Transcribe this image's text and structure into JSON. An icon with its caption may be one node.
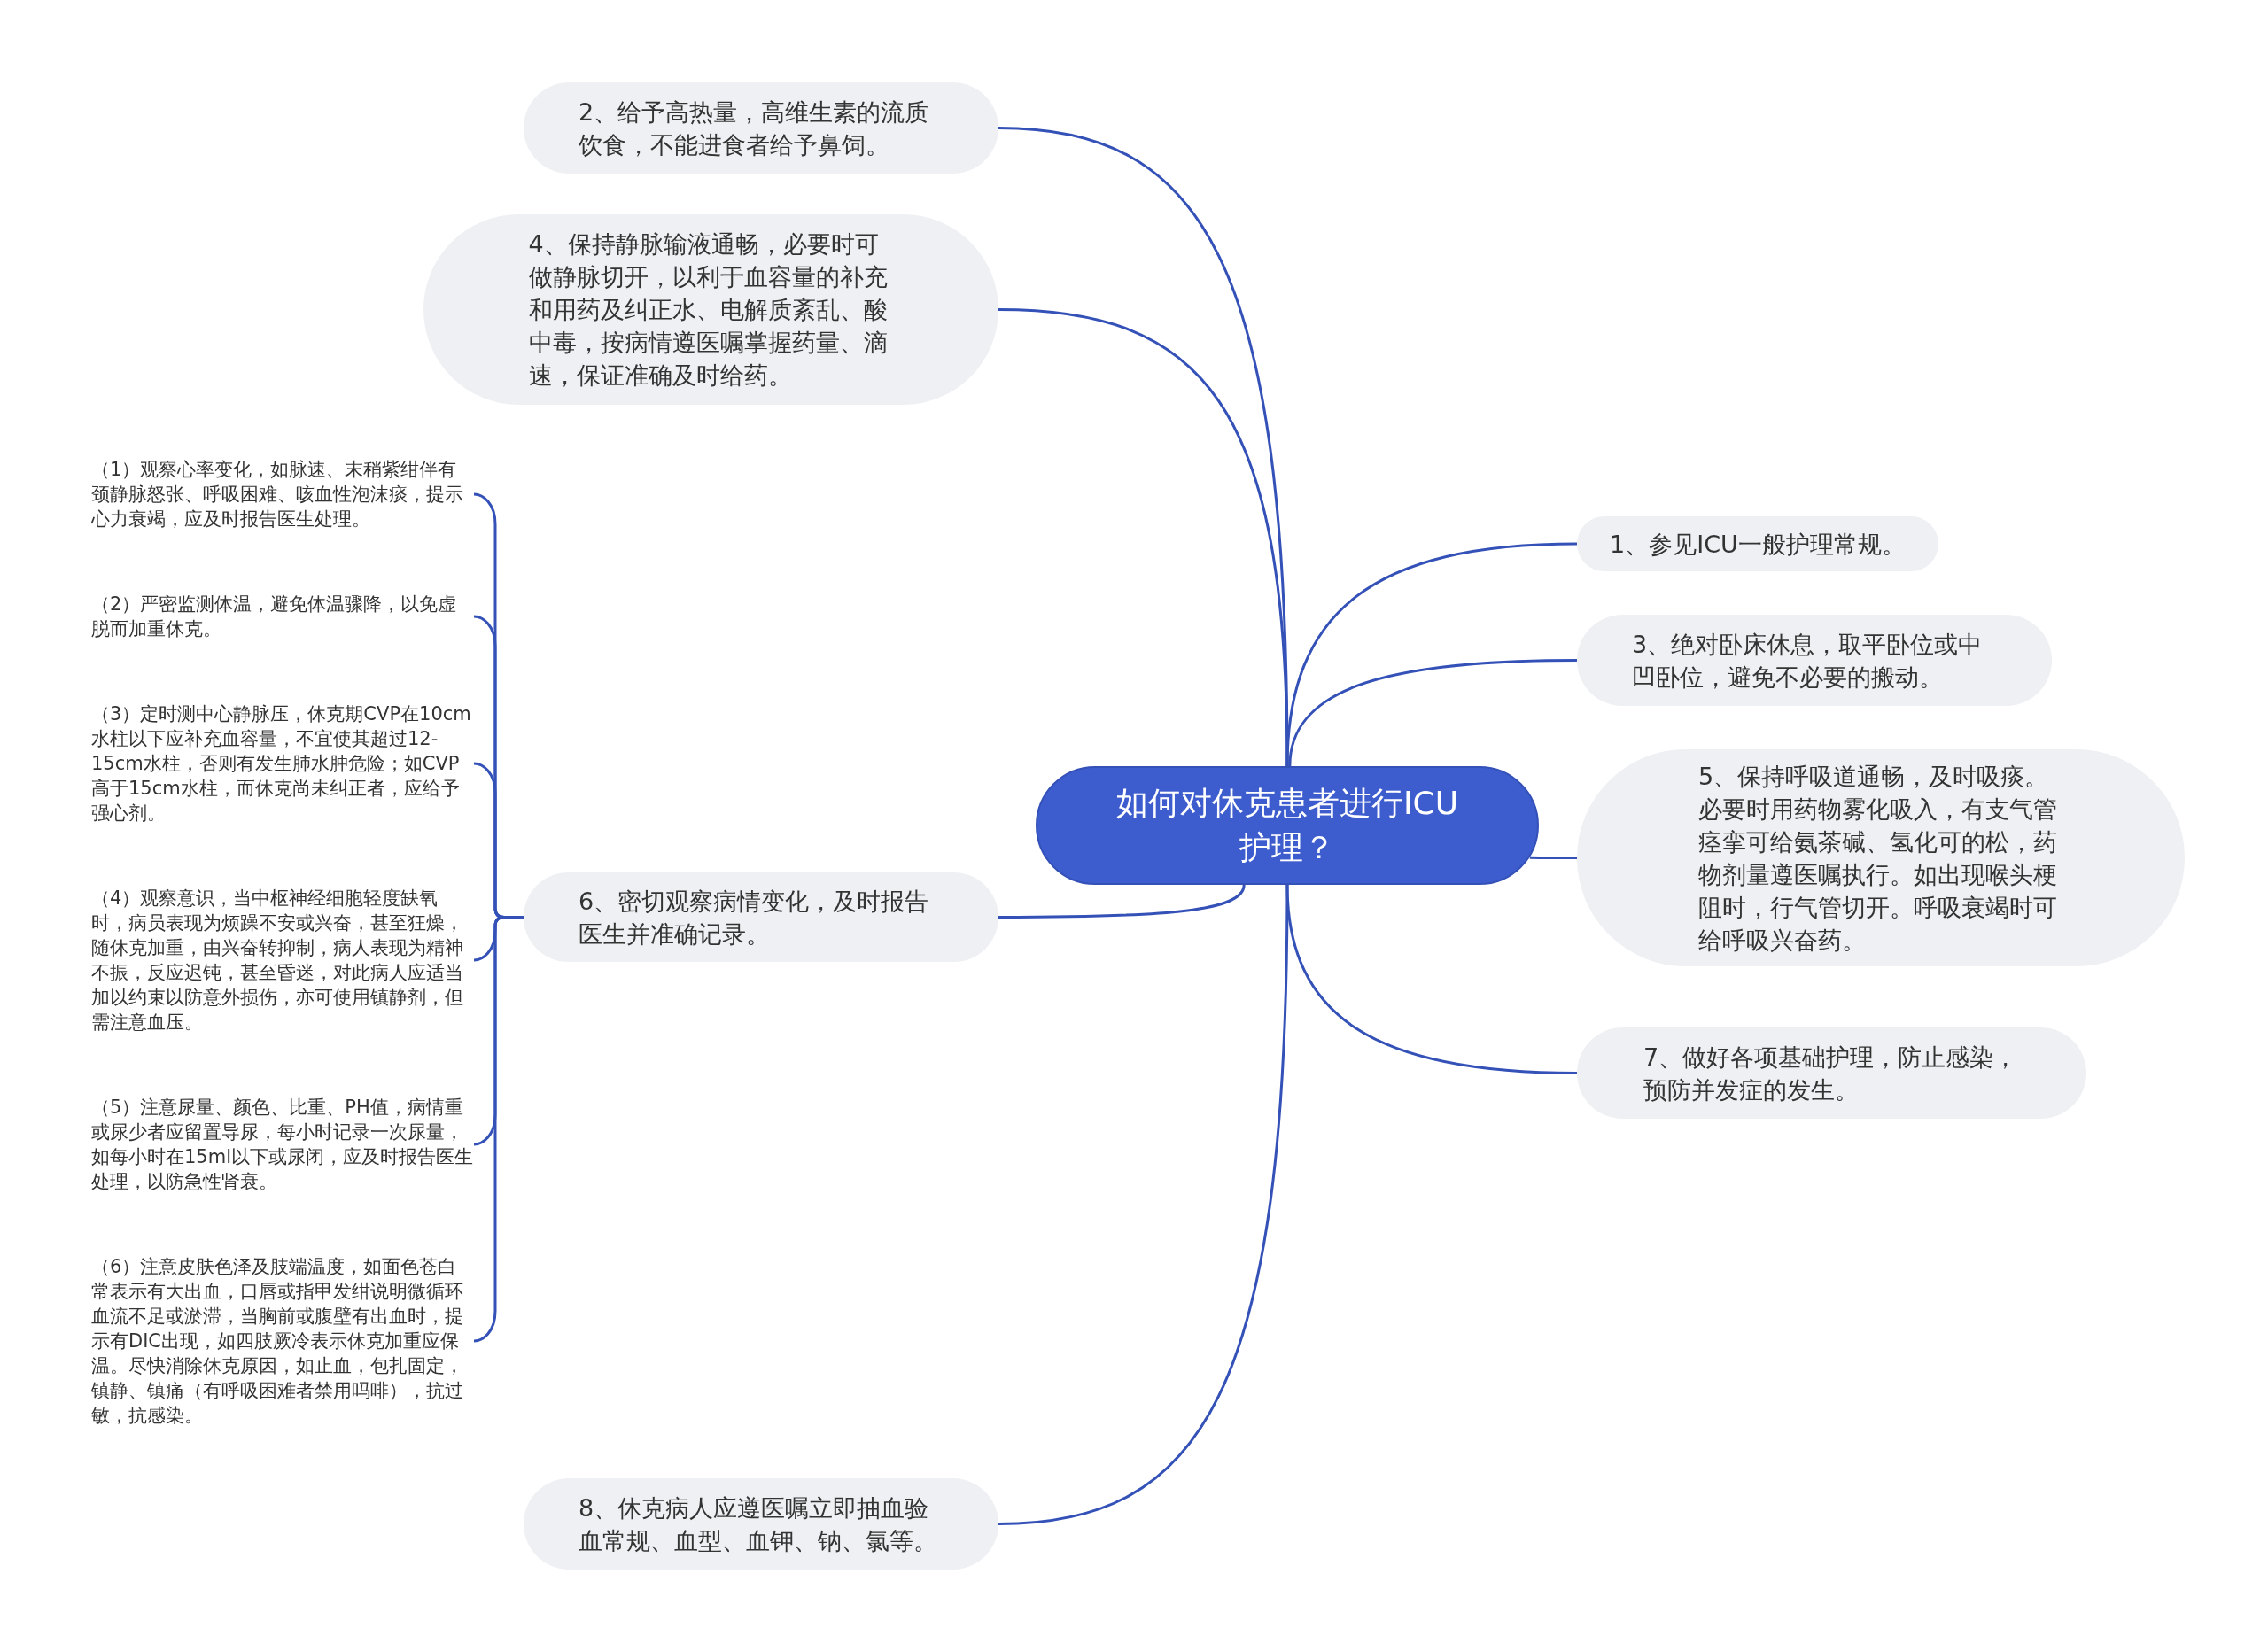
{
  "diagram": {
    "nodes": [
      {
        "text": [
          "如何对休克患者进行ICU护理？"
        ]
      },
      {
        "text": [
          "2、给予高热量，高维生素的流质饮食，不能进食者给予鼻饲。"
        ]
      },
      {
        "text": [
          "4、保持静脉输液通畅，必要时可做静脉切开，以利于血容量的补充和用药及纠正水、电解质紊乱、酸中毒，按病情遵医嘱掌握药量、滴速，保证准确及时给药。"
        ]
      },
      {
        "text": [
          "6、密切观察病情变化，及时报告医生并准确记录。"
        ]
      },
      {
        "text": [
          "（1）观察心率变化，如脉速、末稍紫绀伴有颈静脉怒张、呼吸困难、咳血性泡沫痰，提示心力衰竭，应及时报告医生处理。"
        ]
      },
      {
        "text": [
          "（2）严密监测体温，避免体温骤降，以免虚脱而加重休克。"
        ]
      },
      {
        "text": [
          "（3）定时测中心静脉压，休克期CVP在10cm水柱以下应补充血容量，不宜使其超过12-15cm水柱，否则有发生肺水肿危险；如CVP高于15cm水柱，而休克尚未纠正者，应给予强心剂。"
        ]
      },
      {
        "text": [
          "（4）观察意识，当中枢神经细胞轻度缺氧时，病员表现为烦躁不安或兴奋，甚至狂燥，随休克加重，由兴奋转抑制，病人表现为精神不振，反应迟钝，甚至昏迷，对此病人应适当加以约束以防意外损伤，亦可使用镇静剂，但需注意血压。"
        ]
      },
      {
        "text": [
          "（5）注意尿量、颜色、比重、PH值，病情重或尿少者应留置导尿，每小时记录一次尿量，如每小时在15ml以下或尿闭，应及时报告医生处理，以防急性肾衰。"
        ]
      },
      {
        "text": [
          "（6）注意皮肤色泽及肢端温度，如面色苍白常表示有大出血，口唇或指甲发绀说明微循环血流不足或淤滞，当胸前或腹壁有出血时，提示有DIC出现，如四肢厥冷表示休克加重应保温。尽快消除休克原因，如止血，包扎固定，镇静、镇痛（有呼吸困难者禁用吗啡），抗过敏，抗感染。"
        ]
      },
      {
        "text": [
          "8、休克病人应遵医嘱立即抽血验血常规、血型、血钾、钠、氯等。"
        ]
      },
      {
        "text": [
          "1、参见ICU一般护理常规。"
        ]
      },
      {
        "text": [
          "3、绝对卧床休息，取平卧位或中凹卧位，避免不必要的搬动。"
        ]
      },
      {
        "text": [
          "5、保持呼吸道通畅，及时吸痰。必要时用药物雾化吸入，有支气管痉挛可给氨茶碱、氢化可的松，药物剂量遵医嘱执行。如出现喉头梗阻时，行气管切开。呼吸衰竭时可给呼吸兴奋药。"
        ]
      },
      {
        "text": [
          "7、做好各项基础护理，防止感染，预防并发症的发生。"
        ]
      }
    ],
    "edges": [
      {
        "from": 0,
        "to": 1,
        "arrow": "none"
      },
      {
        "from": 0,
        "to": 2,
        "arrow": "none"
      },
      {
        "from": 0,
        "to": 3,
        "arrow": "none"
      },
      {
        "from": 3,
        "to": 4,
        "arrow": "none"
      },
      {
        "from": 3,
        "to": 5,
        "arrow": "none"
      },
      {
        "from": 3,
        "to": 6,
        "arrow": "none"
      },
      {
        "from": 3,
        "to": 7,
        "arrow": "none"
      },
      {
        "from": 3,
        "to": 8,
        "arrow": "none"
      },
      {
        "from": 3,
        "to": 9,
        "arrow": "none"
      },
      {
        "from": 0,
        "to": 10,
        "arrow": "none"
      },
      {
        "from": 0,
        "to": 11,
        "arrow": "none"
      },
      {
        "from": 0,
        "to": 12,
        "arrow": "none"
      },
      {
        "from": 0,
        "to": 13,
        "arrow": "none"
      },
      {
        "from": 0,
        "to": 14,
        "arrow": "none"
      }
    ]
  }
}
